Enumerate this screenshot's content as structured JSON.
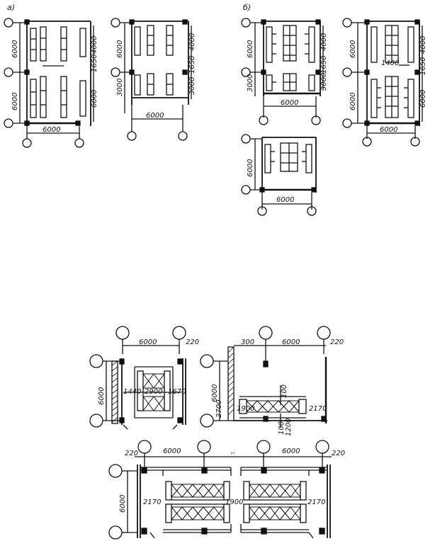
{
  "top_section": {
    "label_a": "а)",
    "label_b": "б)",
    "dims": {
      "d6000": "6000",
      "d4000": "4000",
      "d3000": "3000",
      "d1650": "1650",
      "d1400": "1400"
    }
  },
  "bottom_section": {
    "dims": {
      "d6000": "6000",
      "d220": "220",
      "d300": "300",
      "d1440": "1440",
      "d2900": "2900",
      "d1670": "1670",
      "d2700": "2700",
      "d1900": "1900",
      "d2170": "2170",
      "d100": "100",
      "d1200": "1200"
    },
    "quote_mark": ",,"
  }
}
